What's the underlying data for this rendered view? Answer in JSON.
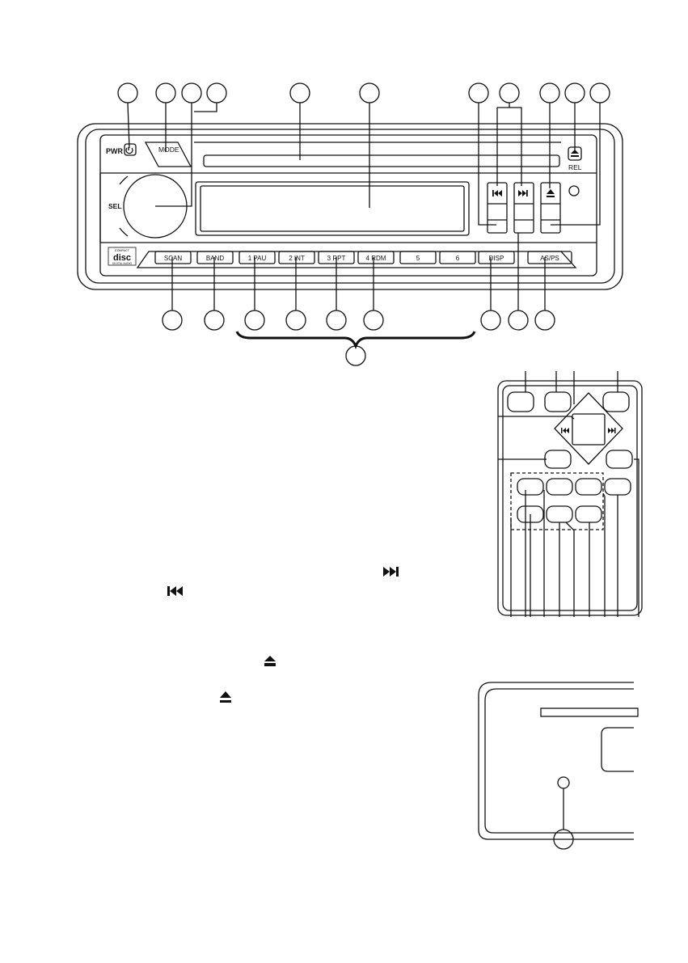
{
  "head_unit": {
    "power_label": "PWR",
    "mode_label": "MODE",
    "release_label": "REL",
    "select_label": "SEL",
    "logo_line1": "COMPACT",
    "logo_line2": "disc",
    "logo_line3": "DIGITAL AUDIO",
    "buttons": [
      "SCAN",
      "BAND",
      "1 PAU",
      "2 INT",
      "3 RPT",
      "4 RDM",
      "5",
      "6",
      "DISP",
      "AS/PS"
    ]
  },
  "icons": {
    "power": "power-icon",
    "release": "eject-release-icon",
    "prev": "previous-track-icon",
    "next": "next-track-icon",
    "eject": "eject-icon"
  },
  "colors": {
    "line": "#111111",
    "background": "#ffffff"
  }
}
